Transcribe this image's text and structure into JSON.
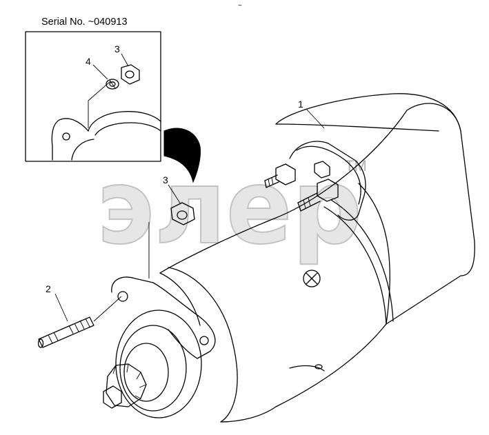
{
  "inset": {
    "serial_label": "Serial No. ~040913"
  },
  "callouts": {
    "one": "1",
    "two": "2",
    "three_inset": "3",
    "three_main": "3",
    "four": "4"
  },
  "top_mark": "~",
  "watermark": {
    "text": "элер",
    "trademark": "TM"
  },
  "colors": {
    "line": "#000000",
    "background": "#ffffff",
    "watermark": "#c8c8c8"
  }
}
